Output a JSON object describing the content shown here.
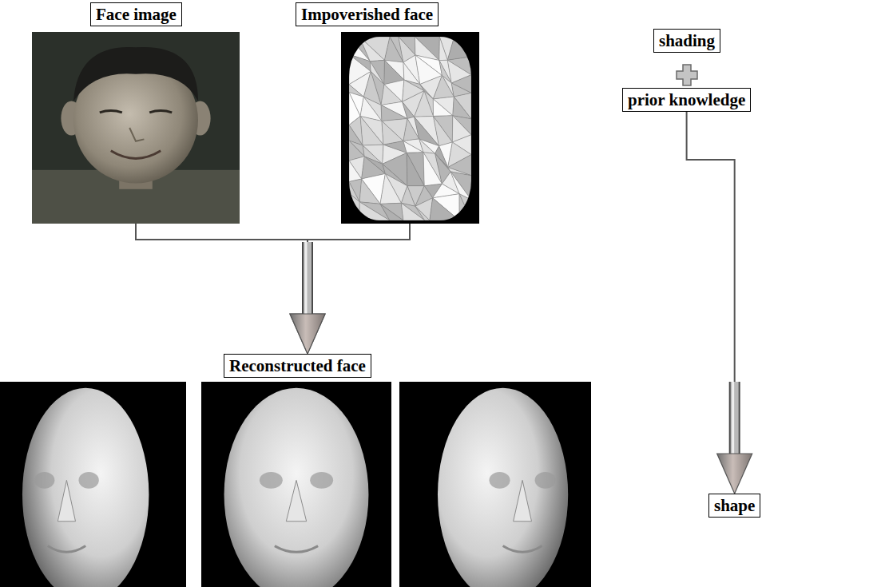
{
  "diagram": {
    "nodes": [
      {
        "text": [
          "Face image"
        ]
      },
      {
        "text": [
          "Impoverished face"
        ]
      },
      {
        "text": [
          "shading"
        ]
      },
      {
        "text": [
          "prior knowledge"
        ]
      },
      {
        "text": [
          "Reconstructed face"
        ]
      },
      {
        "text": [
          "shape"
        ]
      }
    ],
    "edges": [
      {
        "from": 0,
        "to": 4,
        "arrow": "to"
      },
      {
        "from": 1,
        "to": 4,
        "arrow": "to"
      },
      {
        "from": 3,
        "to": 5,
        "arrow": "to"
      }
    ]
  }
}
